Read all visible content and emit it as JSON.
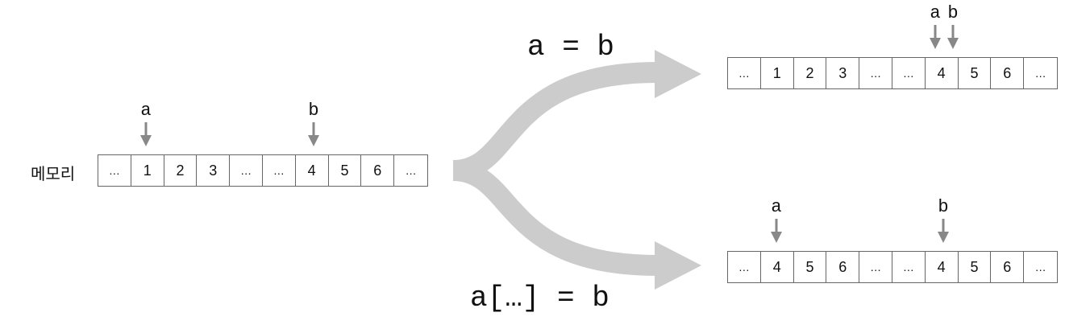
{
  "memory_label": "메모리",
  "source": {
    "cells": [
      "…",
      "1",
      "2",
      "3",
      "…",
      "…",
      "4",
      "5",
      "6",
      "…"
    ],
    "pointers": [
      {
        "name": "a",
        "cell": 1
      },
      {
        "name": "b",
        "cell": 6
      }
    ]
  },
  "top_result": {
    "operation": "a = b",
    "cells": [
      "…",
      "1",
      "2",
      "3",
      "…",
      "…",
      "4",
      "5",
      "6",
      "…"
    ],
    "pointers": [
      {
        "name": "a",
        "cell": 6
      },
      {
        "name": "b",
        "cell": 6
      }
    ]
  },
  "bottom_result": {
    "operation": "a[…] = b",
    "cells": [
      "…",
      "4",
      "5",
      "6",
      "…",
      "…",
      "4",
      "5",
      "6",
      "…"
    ],
    "pointers": [
      {
        "name": "a",
        "cell": 1
      },
      {
        "name": "b",
        "cell": 6
      }
    ]
  },
  "colors": {
    "arrow": "#cccccc",
    "pointer": "#888888",
    "border": "#666666"
  }
}
